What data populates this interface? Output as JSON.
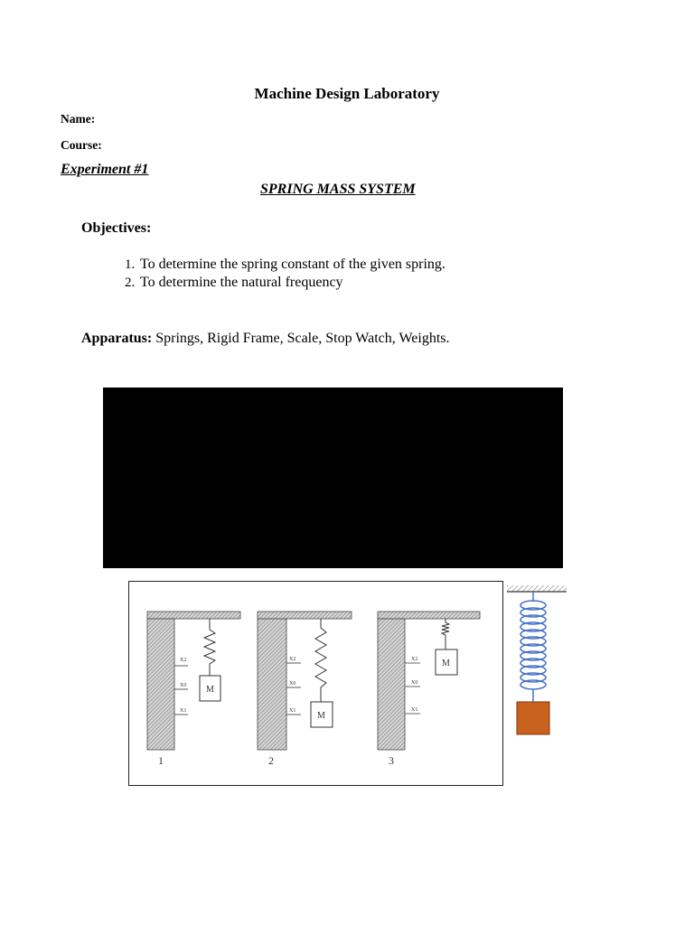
{
  "title": "Machine Design Laboratory",
  "name_label": "Name:",
  "course_label": "Course:",
  "experiment_label": "Experiment #1",
  "experiment_title": "SPRING MASS SYSTEM",
  "objectives_heading": "Objectives:",
  "objectives": [
    "To determine the spring constant of the given spring.",
    "To determine the natural frequency"
  ],
  "apparatus_label": "Apparatus:",
  "apparatus_text": " Springs, Rigid Frame, Scale, Stop Watch, Weights.",
  "figure": {
    "panels": [
      {
        "number": "1",
        "mass": "M",
        "marks": [
          "X2",
          "X0",
          "X1"
        ]
      },
      {
        "number": "2",
        "mass": "M",
        "marks": [
          "X2",
          "X0",
          "X1"
        ]
      },
      {
        "number": "3",
        "mass": "M",
        "marks": [
          "X2",
          "X0",
          "X1"
        ]
      }
    ]
  },
  "colors": {
    "spring_coil": "#4a74c4",
    "mass_block": "#c8621e",
    "black_panel": "#000000"
  }
}
